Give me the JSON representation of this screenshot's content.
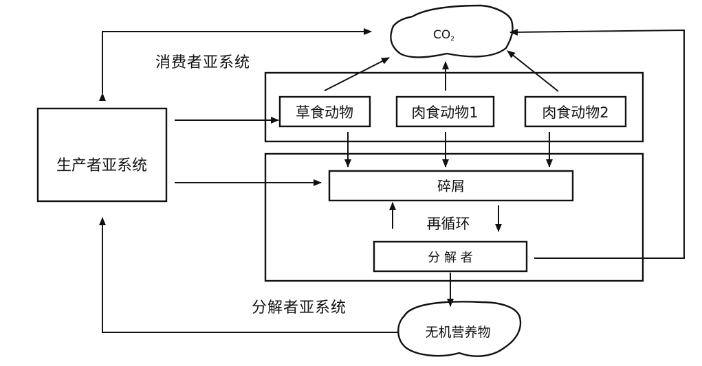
{
  "diagram": {
    "consumer_subsystem_label": "消费者亚系统",
    "decomposer_subsystem_label": "分解者亚系统",
    "producer_subsystem": "生产者亚系统",
    "co2": {
      "base": "CO",
      "subscript": "2"
    },
    "herbivore": "草食动物",
    "carnivore1": "肉食动物1",
    "carnivore2": "肉食动物2",
    "detritus": "碎屑",
    "recycle": "再循环",
    "decomposer": "分 解 者",
    "inorganic_nutrients": "无机营养物"
  }
}
